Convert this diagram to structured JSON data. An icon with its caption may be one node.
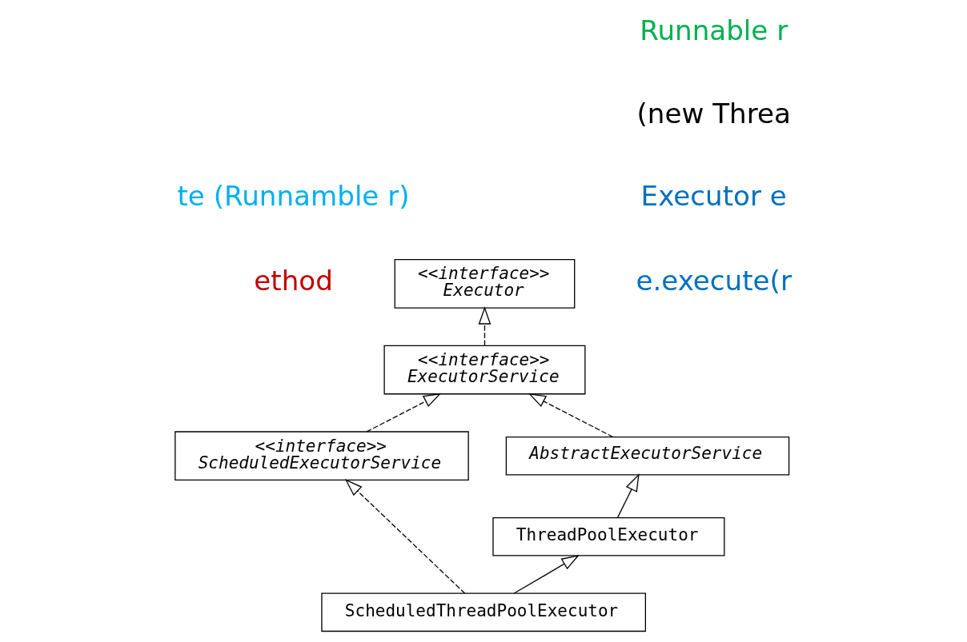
{
  "diagram": {
    "nodes": [
      {
        "text": [
          "<<interface>>",
          "Executor"
        ]
      },
      {
        "text": [
          "<<interface>>",
          "ExecutorService"
        ]
      },
      {
        "text": [
          "AbstractExecutorService"
        ]
      },
      {
        "text": [
          "<<interface>>",
          "ScheduledExecutorService"
        ]
      },
      {
        "text": [
          "ThreadPoolExecutor"
        ]
      },
      {
        "text": [
          "ScheduledThreadPoolExecutor"
        ]
      }
    ],
    "edges": [
      {
        "from": 1,
        "to": 0,
        "arrow": "to",
        "style": "dashed"
      },
      {
        "from": 2,
        "to": 1,
        "arrow": "to",
        "style": "dashed"
      },
      {
        "from": 3,
        "to": 1,
        "arrow": "to",
        "style": "dashed"
      },
      {
        "from": 4,
        "to": 2,
        "arrow": "to"
      },
      {
        "from": 5,
        "to": 4,
        "arrow": "to"
      },
      {
        "from": 5,
        "to": 3,
        "arrow": "to",
        "style": "dashed"
      }
    ],
    "labels": [
      "te (Runnamble r)",
      "ethod",
      "Runnable r",
      "(new Threa",
      "Executor e",
      "e.execute(r"
    ]
  }
}
